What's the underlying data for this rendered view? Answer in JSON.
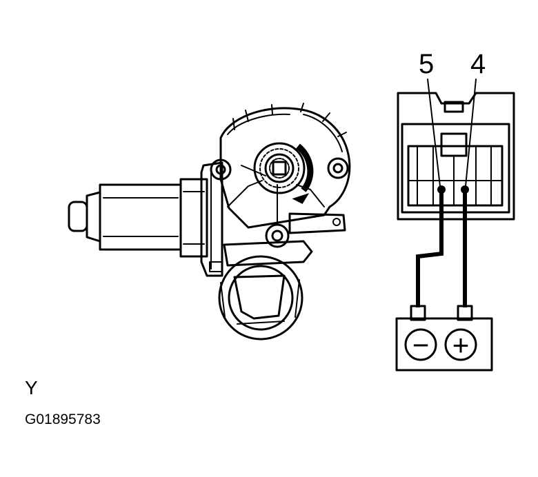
{
  "labels": {
    "pin_5": "5",
    "pin_4": "4",
    "view": "Y",
    "figure_code": "G01895783"
  },
  "battery": {
    "negative_symbol": "−",
    "positive_symbol": "+"
  },
  "colors": {
    "ink": "#000000",
    "background": "#ffffff"
  }
}
